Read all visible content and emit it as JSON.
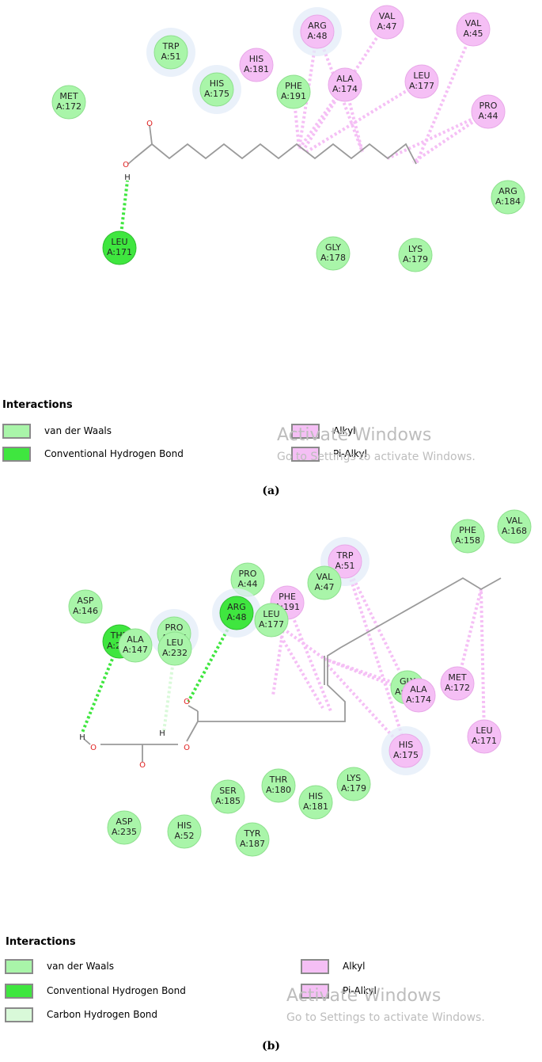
{
  "colors": {
    "vdw": "#a9f5a9",
    "hbond": "#3fe63f",
    "chbond": "#d9f9d9",
    "alkyl": "#f5bff5",
    "pialkyl": "#f5bff5",
    "halo": "#e3ecf8",
    "bond": "#9a9a9a",
    "oxygen": "#e02020"
  },
  "panels": [
    {
      "id": "a",
      "caption": "(a)",
      "legend": {
        "title": "Interactions",
        "items": [
          {
            "label": "van der Waals",
            "type": "vdw"
          },
          {
            "label": "Conventional Hydrogen Bond",
            "type": "hbond"
          },
          {
            "label": "Alkyl",
            "type": "alkyl"
          },
          {
            "label": "Pi-Alkyl",
            "type": "pialkyl"
          }
        ]
      },
      "watermark": {
        "title": "Activate Windows",
        "subtitle": "Go to Settings to activate Windows."
      },
      "atom_labels": [
        "O",
        "O",
        "H"
      ],
      "residues": [
        {
          "name": "TRP",
          "id": "A:51",
          "type": "vdw",
          "halo": true
        },
        {
          "name": "MET",
          "id": "A:172",
          "type": "vdw"
        },
        {
          "name": "HIS",
          "id": "A:175",
          "type": "vdw",
          "halo": true
        },
        {
          "name": "HIS",
          "id": "A:181",
          "type": "alkyl"
        },
        {
          "name": "PHE",
          "id": "A:191",
          "type": "vdw"
        },
        {
          "name": "ARG",
          "id": "A:48",
          "type": "alkyl",
          "halo": true
        },
        {
          "name": "ALA",
          "id": "A:174",
          "type": "alkyl"
        },
        {
          "name": "VAL",
          "id": "A:47",
          "type": "alkyl"
        },
        {
          "name": "LEU",
          "id": "A:177",
          "type": "alkyl"
        },
        {
          "name": "VAL",
          "id": "A:45",
          "type": "alkyl"
        },
        {
          "name": "PRO",
          "id": "A:44",
          "type": "alkyl"
        },
        {
          "name": "ARG",
          "id": "A:184",
          "type": "vdw"
        },
        {
          "name": "LEU",
          "id": "A:171",
          "type": "hbond"
        },
        {
          "name": "GLY",
          "id": "A:178",
          "type": "vdw"
        },
        {
          "name": "LYS",
          "id": "A:179",
          "type": "vdw"
        }
      ]
    },
    {
      "id": "b",
      "caption": "(b)",
      "legend": {
        "title": "Interactions",
        "items": [
          {
            "label": "van der Waals",
            "type": "vdw"
          },
          {
            "label": "Conventional Hydrogen Bond",
            "type": "hbond"
          },
          {
            "label": "Carbon Hydrogen Bond",
            "type": "chbond"
          },
          {
            "label": "Alkyl",
            "type": "alkyl"
          },
          {
            "label": "Pi-Alkyl",
            "type": "pialkyl"
          }
        ]
      },
      "watermark": {
        "title": "Activate Windows",
        "subtitle": "Go to Settings to activate Windows."
      },
      "atom_labels": [
        "H",
        "O",
        "H",
        "O",
        "O",
        "O"
      ],
      "residues": [
        {
          "name": "VAL",
          "id": "A:168",
          "type": "vdw"
        },
        {
          "name": "PHE",
          "id": "A:158",
          "type": "vdw"
        },
        {
          "name": "TRP",
          "id": "A:51",
          "type": "pialkyl",
          "halo": true
        },
        {
          "name": "PRO",
          "id": "A:44",
          "type": "vdw"
        },
        {
          "name": "VAL",
          "id": "A:47",
          "type": "vdw"
        },
        {
          "name": "PHE",
          "id": "A:191",
          "type": "pialkyl"
        },
        {
          "name": "ASP",
          "id": "A:146",
          "type": "vdw"
        },
        {
          "name": "PRO",
          "id": "A:145",
          "type": "vdw",
          "halo": true
        },
        {
          "name": "ARG",
          "id": "A:48",
          "type": "hbond",
          "halo": true
        },
        {
          "name": "LEU",
          "id": "A:177",
          "type": "vdw"
        },
        {
          "name": "THR",
          "id": "A:234",
          "type": "hbond"
        },
        {
          "name": "ALA",
          "id": "A:147",
          "type": "vdw"
        },
        {
          "name": "LEU",
          "id": "A:232",
          "type": "vdw"
        },
        {
          "name": "GLY",
          "id": "A:178",
          "type": "vdw"
        },
        {
          "name": "ALA",
          "id": "A:174",
          "type": "alkyl"
        },
        {
          "name": "MET",
          "id": "A:172",
          "type": "alkyl"
        },
        {
          "name": "LEU",
          "id": "A:171",
          "type": "alkyl"
        },
        {
          "name": "HIS",
          "id": "A:175",
          "type": "pialkyl",
          "halo": true
        },
        {
          "name": "LYS",
          "id": "A:179",
          "type": "vdw"
        },
        {
          "name": "THR",
          "id": "A:180",
          "type": "vdw"
        },
        {
          "name": "SER",
          "id": "A:185",
          "type": "vdw"
        },
        {
          "name": "HIS",
          "id": "A:181",
          "type": "vdw"
        },
        {
          "name": "ASP",
          "id": "A:235",
          "type": "vdw"
        },
        {
          "name": "HIS",
          "id": "A:52",
          "type": "vdw"
        },
        {
          "name": "TYR",
          "id": "A:187",
          "type": "vdw"
        }
      ]
    }
  ]
}
